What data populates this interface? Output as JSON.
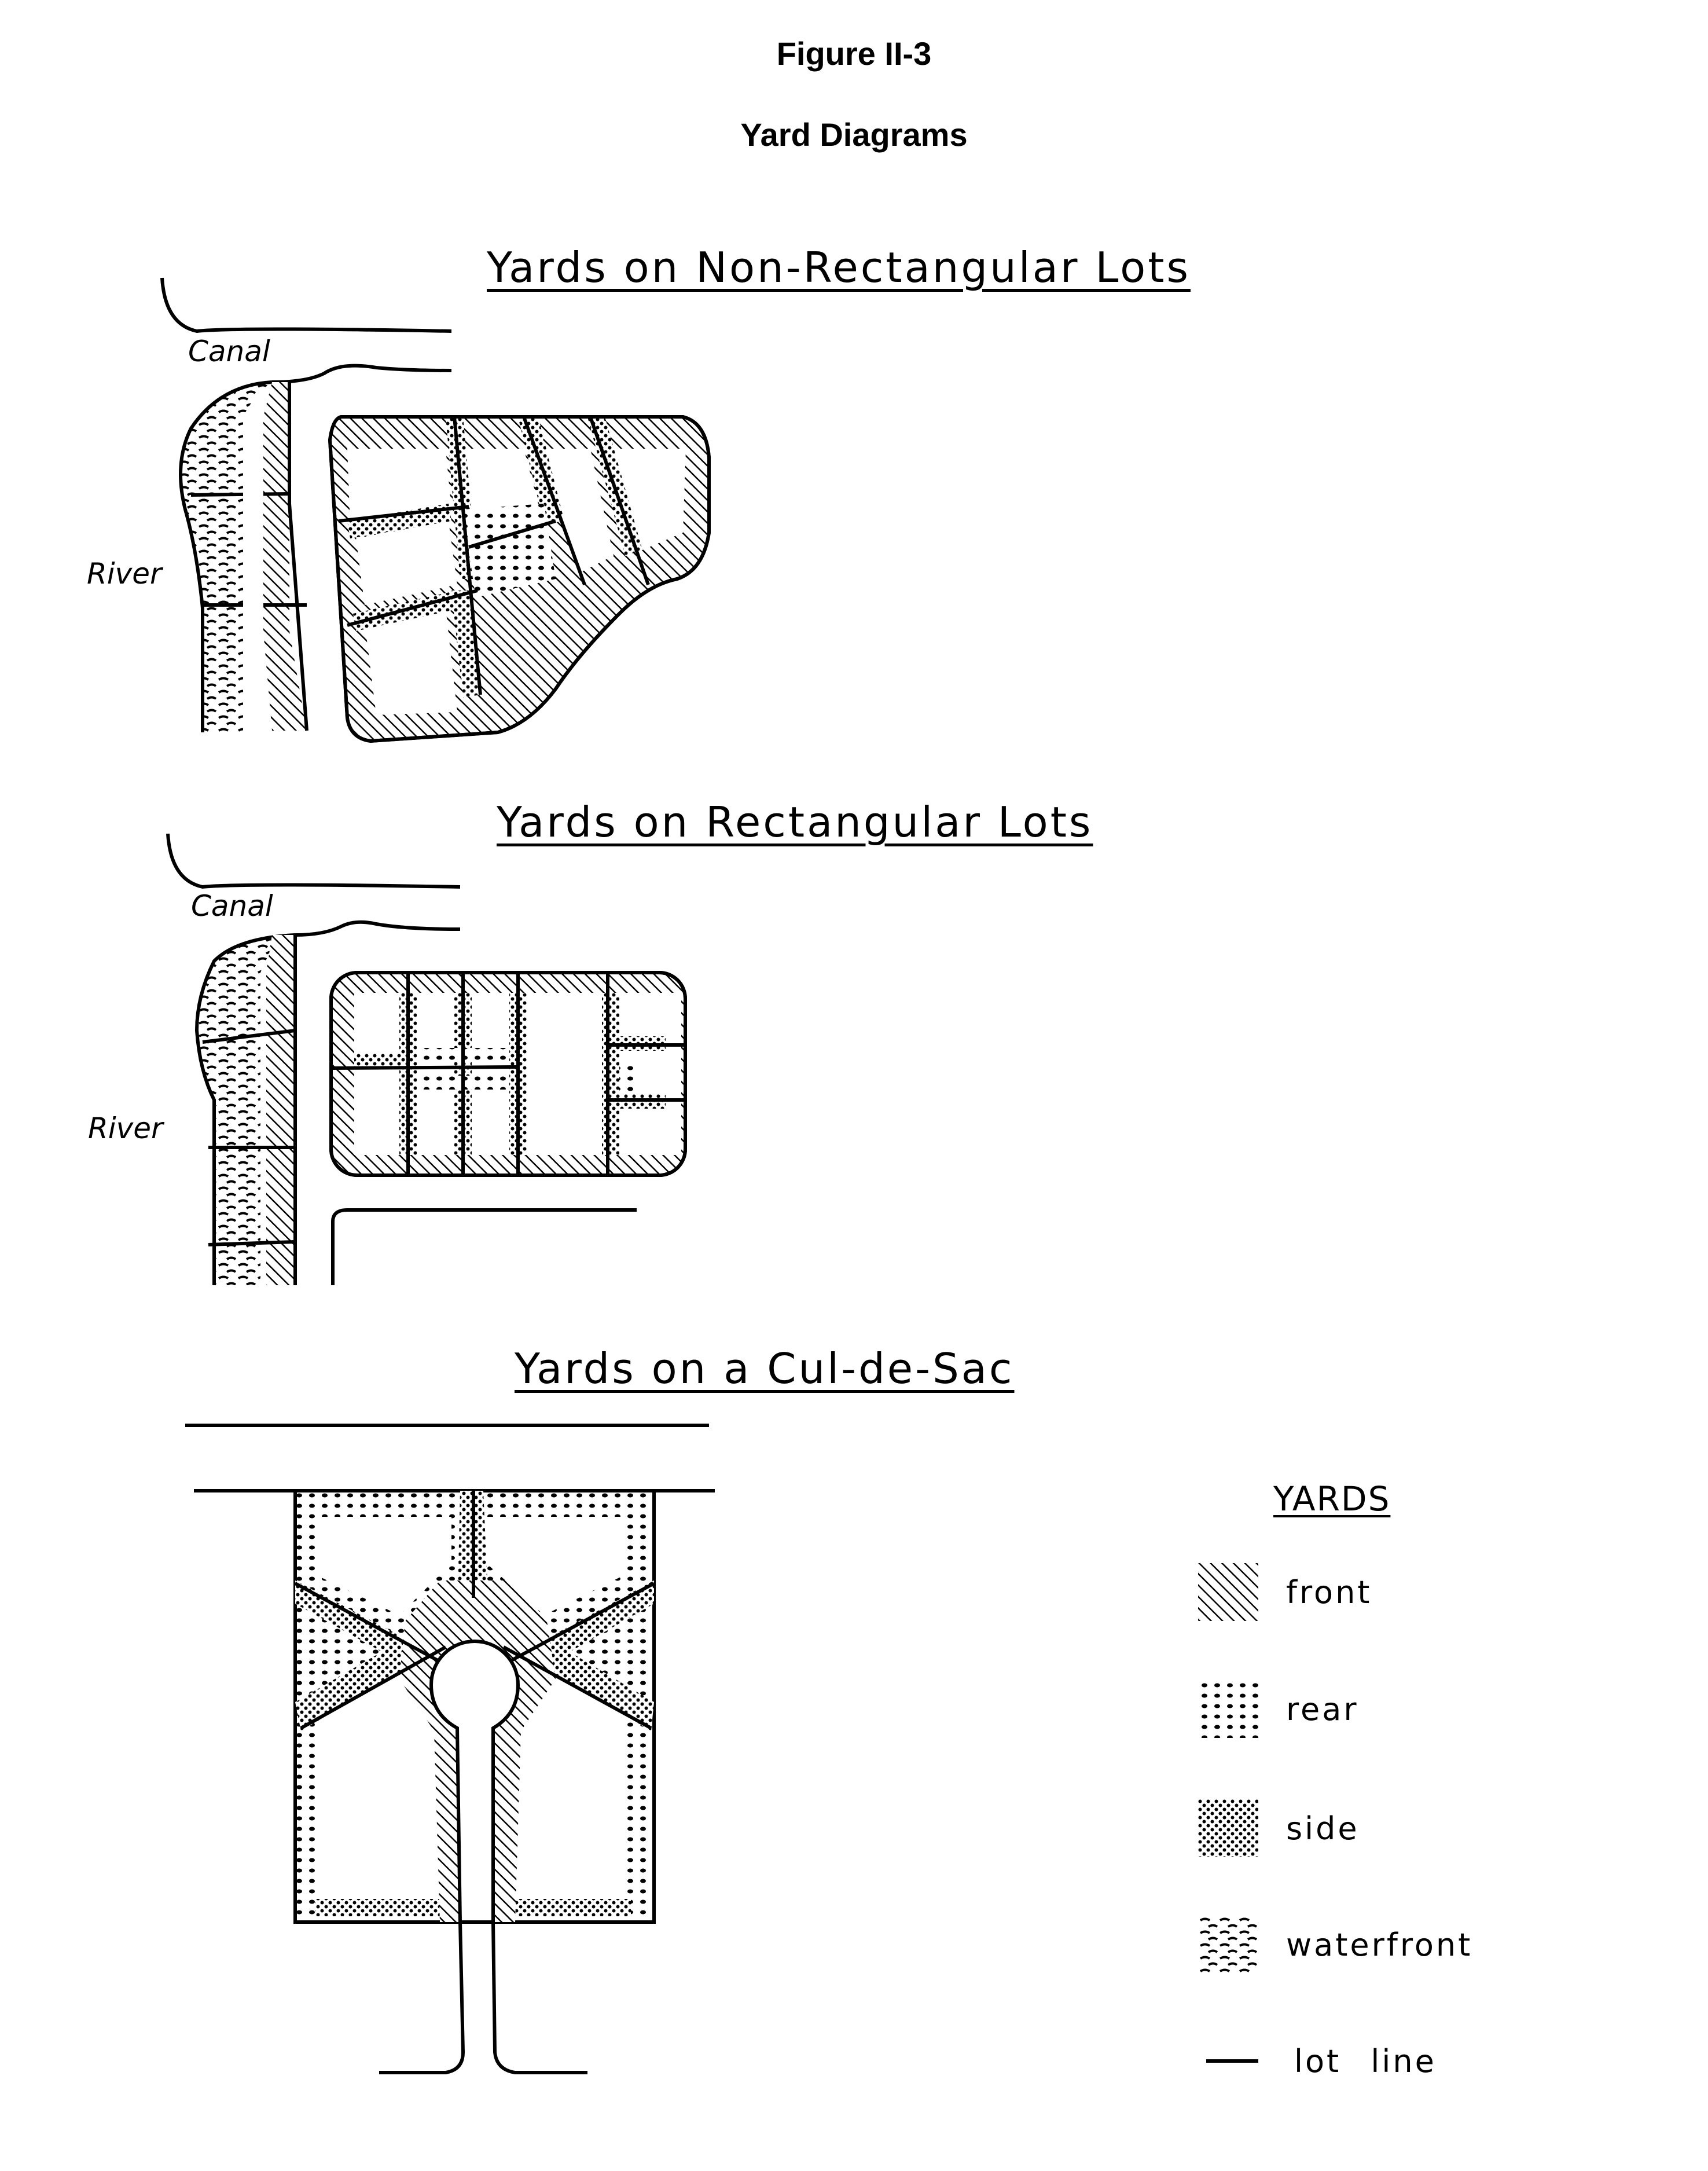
{
  "figure": {
    "number": "Figure II-3",
    "title": "Yard Diagrams"
  },
  "diagrams": [
    {
      "heading": "Yards on Non-Rectangular Lots",
      "labels": {
        "canal": "Canal",
        "river": "River"
      }
    },
    {
      "heading": "Yards on Rectangular Lots",
      "labels": {
        "canal": "Canal",
        "river": "River"
      }
    },
    {
      "heading": "Yards on a Cul-de-Sac"
    }
  ],
  "legend": {
    "title": "YARDS",
    "items": [
      {
        "label": "front",
        "pattern": "diagonal-hatch"
      },
      {
        "label": "rear",
        "pattern": "dot-grid"
      },
      {
        "label": "side",
        "pattern": "dense-dots"
      },
      {
        "label": "waterfront",
        "pattern": "wave-dashes"
      },
      {
        "label": "lot line",
        "pattern": "solid-line"
      }
    ]
  },
  "colors": {
    "ink": "#000000",
    "paper": "#ffffff"
  }
}
